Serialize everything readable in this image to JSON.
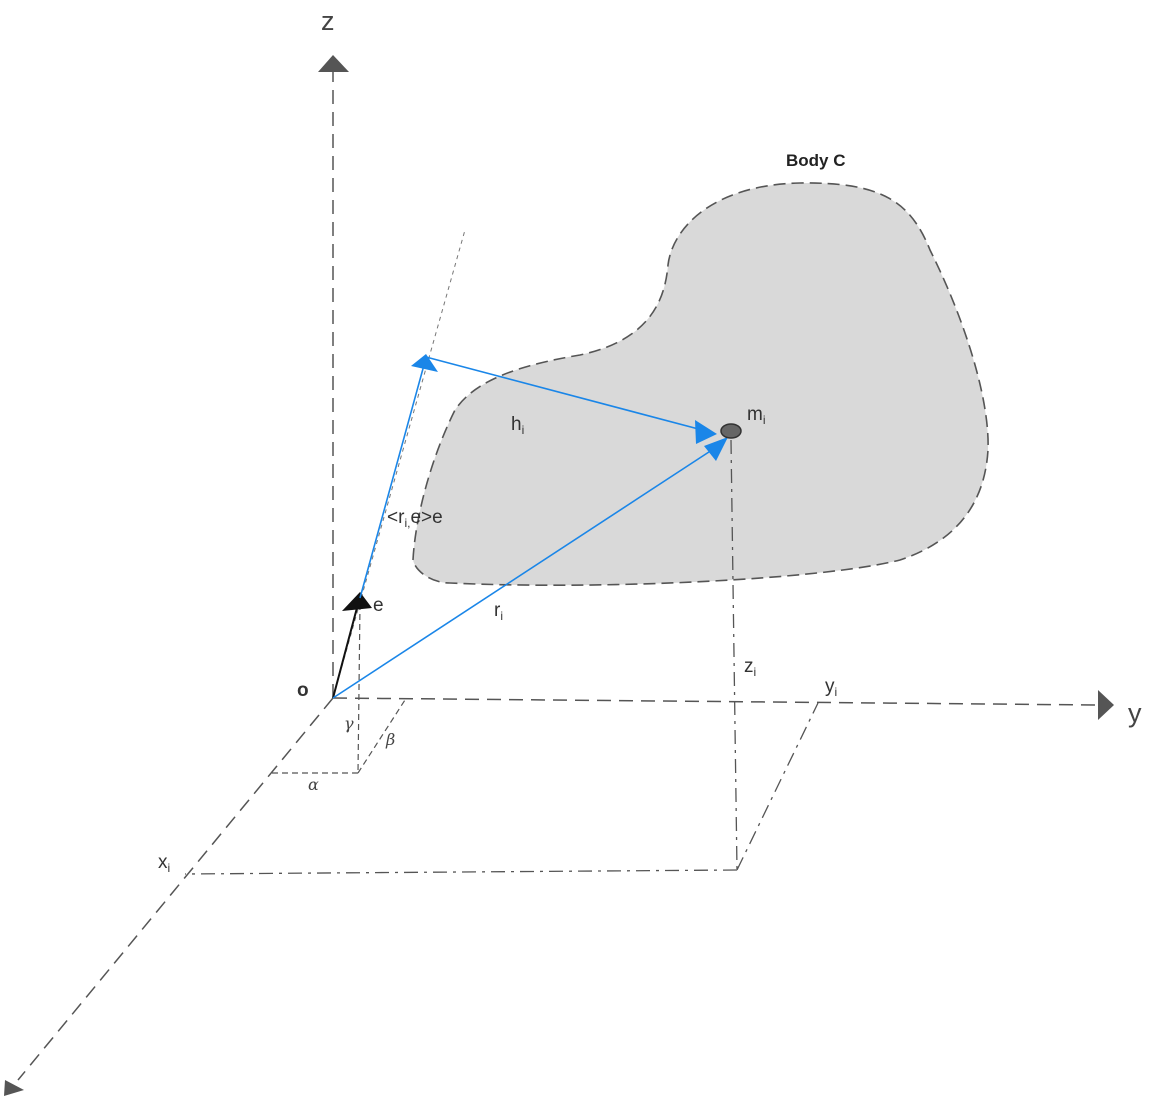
{
  "labels": {
    "z_axis": "z",
    "y_axis": "y",
    "origin": "o",
    "body_title": "Body C",
    "mass_main": "m",
    "mass_sub": "i",
    "h_main": "h",
    "h_sub": "i",
    "r_main": "r",
    "r_sub": "i",
    "proj_open": "<r",
    "proj_sub": "i,",
    "proj_close": "e>e",
    "e_vec": "e",
    "zi_main": "z",
    "zi_sub": "i",
    "yi_main": "y",
    "yi_sub": "i",
    "xi_main": "x",
    "xi_sub": "i",
    "alpha": "α",
    "beta": "β",
    "gamma": "γ"
  },
  "colors": {
    "vector_blue": "#1a86e8",
    "body_fill": "#d9d9d9",
    "axis_gray": "#555555",
    "unit_vector": "#111111"
  }
}
